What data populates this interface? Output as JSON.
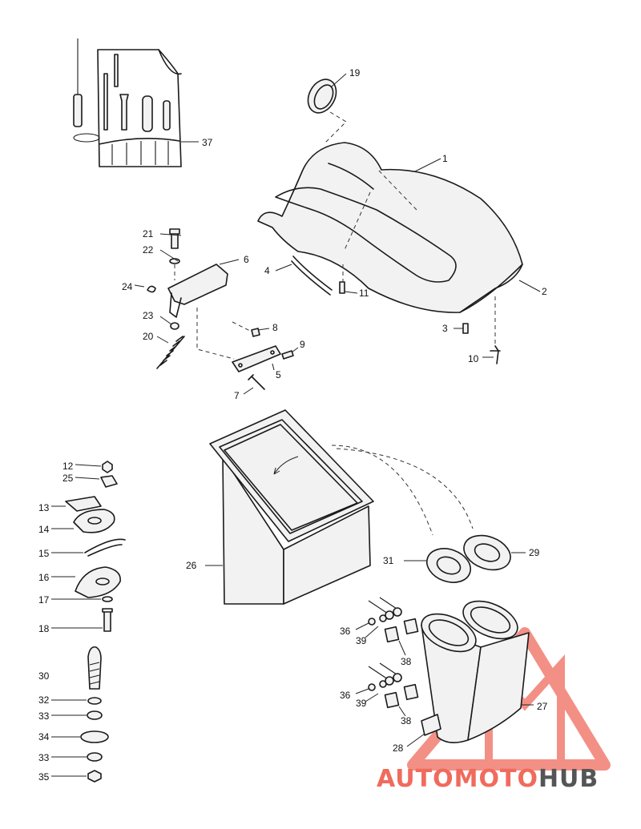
{
  "callouts": [
    {
      "id": "c1",
      "text": "1"
    },
    {
      "id": "c2",
      "text": "2"
    },
    {
      "id": "c3",
      "text": "3"
    },
    {
      "id": "c4",
      "text": "4"
    },
    {
      "id": "c5",
      "text": "5"
    },
    {
      "id": "c6",
      "text": "6"
    },
    {
      "id": "c7",
      "text": "7"
    },
    {
      "id": "c8",
      "text": "8"
    },
    {
      "id": "c9",
      "text": "9"
    },
    {
      "id": "c10",
      "text": "10"
    },
    {
      "id": "c11",
      "text": "11"
    },
    {
      "id": "c12",
      "text": "12"
    },
    {
      "id": "c13",
      "text": "13"
    },
    {
      "id": "c14",
      "text": "14"
    },
    {
      "id": "c15",
      "text": "15"
    },
    {
      "id": "c16",
      "text": "16"
    },
    {
      "id": "c17",
      "text": "17"
    },
    {
      "id": "c18",
      "text": "18"
    },
    {
      "id": "c19",
      "text": "19"
    },
    {
      "id": "c20",
      "text": "20"
    },
    {
      "id": "c21",
      "text": "21"
    },
    {
      "id": "c22",
      "text": "22"
    },
    {
      "id": "c23",
      "text": "23"
    },
    {
      "id": "c24",
      "text": "24"
    },
    {
      "id": "c25",
      "text": "25"
    },
    {
      "id": "c26",
      "text": "26"
    },
    {
      "id": "c27",
      "text": "27"
    },
    {
      "id": "c28",
      "text": "28"
    },
    {
      "id": "c29",
      "text": "29"
    },
    {
      "id": "c30",
      "text": "30"
    },
    {
      "id": "c31",
      "text": "31"
    },
    {
      "id": "c32",
      "text": "32"
    },
    {
      "id": "c33a",
      "text": "33"
    },
    {
      "id": "c33b",
      "text": "33"
    },
    {
      "id": "c34",
      "text": "34"
    },
    {
      "id": "c35",
      "text": "35"
    },
    {
      "id": "c36a",
      "text": "36"
    },
    {
      "id": "c36b",
      "text": "36"
    },
    {
      "id": "c37",
      "text": "37"
    },
    {
      "id": "c38a",
      "text": "38"
    },
    {
      "id": "c38b",
      "text": "38"
    },
    {
      "id": "c39a",
      "text": "39"
    },
    {
      "id": "c39b",
      "text": "39"
    }
  ],
  "watermark": {
    "part1": "AUTO",
    "part2": "MOTO",
    "part3": "HUB",
    "color_primary": "#f06b5d",
    "color_secondary": "#555555"
  },
  "colors": {
    "line": "#1a1a1a",
    "background": "#ffffff"
  }
}
